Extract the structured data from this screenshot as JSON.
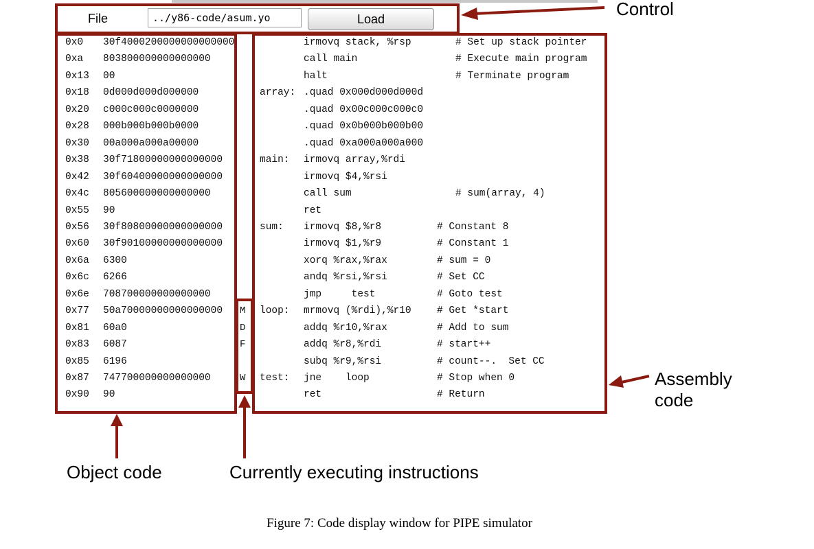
{
  "control": {
    "file_label": "File",
    "file_path": "../y86-code/asum.yo",
    "load_label": "Load"
  },
  "object_code": [
    {
      "addr": "0x0",
      "bytes": "30f4000200000000000000",
      "stage": ""
    },
    {
      "addr": "0xa",
      "bytes": "803800000000000000",
      "stage": ""
    },
    {
      "addr": "0x13",
      "bytes": "00",
      "stage": ""
    },
    {
      "addr": "0x18",
      "bytes": "0d000d000d000000",
      "stage": ""
    },
    {
      "addr": "0x20",
      "bytes": "c000c000c0000000",
      "stage": ""
    },
    {
      "addr": "0x28",
      "bytes": "000b000b000b0000",
      "stage": ""
    },
    {
      "addr": "0x30",
      "bytes": "00a000a000a00000",
      "stage": ""
    },
    {
      "addr": "0x38",
      "bytes": "30f71800000000000000",
      "stage": ""
    },
    {
      "addr": "0x42",
      "bytes": "30f60400000000000000",
      "stage": ""
    },
    {
      "addr": "0x4c",
      "bytes": "805600000000000000",
      "stage": ""
    },
    {
      "addr": "0x55",
      "bytes": "90",
      "stage": ""
    },
    {
      "addr": "0x56",
      "bytes": "30f80800000000000000",
      "stage": ""
    },
    {
      "addr": "0x60",
      "bytes": "30f90100000000000000",
      "stage": ""
    },
    {
      "addr": "0x6a",
      "bytes": "6300",
      "stage": ""
    },
    {
      "addr": "0x6c",
      "bytes": "6266",
      "stage": ""
    },
    {
      "addr": "0x6e",
      "bytes": "708700000000000000",
      "stage": ""
    },
    {
      "addr": "0x77",
      "bytes": "50a70000000000000000",
      "stage": "M"
    },
    {
      "addr": "0x81",
      "bytes": "60a0",
      "stage": "D"
    },
    {
      "addr": "0x83",
      "bytes": "6087",
      "stage": "F"
    },
    {
      "addr": "0x85",
      "bytes": "6196",
      "stage": ""
    },
    {
      "addr": "0x87",
      "bytes": "747700000000000000",
      "stage": "W"
    },
    {
      "addr": "0x90",
      "bytes": "90",
      "stage": ""
    }
  ],
  "assembly_code": [
    {
      "label": "",
      "instr": "irmovq stack, %rsp",
      "comment": "# Set up stack pointer"
    },
    {
      "label": "",
      "instr": "call main",
      "comment": "# Execute main program"
    },
    {
      "label": "",
      "instr": "halt",
      "comment": "# Terminate program"
    },
    {
      "label": "array:",
      "instr": ".quad 0x000d000d000d",
      "comment": ""
    },
    {
      "label": "",
      "instr": ".quad 0x00c000c000c0",
      "comment": ""
    },
    {
      "label": "",
      "instr": ".quad 0x0b000b000b00",
      "comment": ""
    },
    {
      "label": "",
      "instr": ".quad 0xa000a000a000",
      "comment": ""
    },
    {
      "label": "main:",
      "instr": "irmovq array,%rdi",
      "comment": ""
    },
    {
      "label": "",
      "instr": "irmovq $4,%rsi",
      "comment": ""
    },
    {
      "label": "",
      "instr": "call sum",
      "comment": "# sum(array, 4)"
    },
    {
      "label": "",
      "instr": "ret",
      "comment": ""
    },
    {
      "label": "sum:",
      "instr": "irmovq $8,%r8",
      "comment": "# Constant 8"
    },
    {
      "label": "",
      "instr": "irmovq $1,%r9",
      "comment": "# Constant 1"
    },
    {
      "label": "",
      "instr": "xorq %rax,%rax",
      "comment": "# sum = 0"
    },
    {
      "label": "",
      "instr": "andq %rsi,%rsi",
      "comment": "# Set CC"
    },
    {
      "label": "",
      "instr": "jmp     test",
      "comment": "# Goto test"
    },
    {
      "label": "loop:",
      "instr": "mrmovq (%rdi),%r10",
      "comment": "# Get *start"
    },
    {
      "label": "",
      "instr": "addq %r10,%rax",
      "comment": "# Add to sum"
    },
    {
      "label": "",
      "instr": "addq %r8,%rdi",
      "comment": "# start++"
    },
    {
      "label": "",
      "instr": "subq %r9,%rsi",
      "comment": "# count--.  Set CC"
    },
    {
      "label": "test:",
      "instr": "jne    loop",
      "comment": "# Stop when 0"
    },
    {
      "label": "",
      "instr": "ret",
      "comment": "# Return"
    }
  ],
  "callouts": {
    "control": "Control",
    "assembly_line1": "Assembly",
    "assembly_line2": "code",
    "object": "Object code",
    "current": "Currently executing instructions"
  },
  "caption": "Figure 7: Code display window for PIPE simulator",
  "colors": {
    "frame": "#8b1a10",
    "text": "#000000"
  }
}
